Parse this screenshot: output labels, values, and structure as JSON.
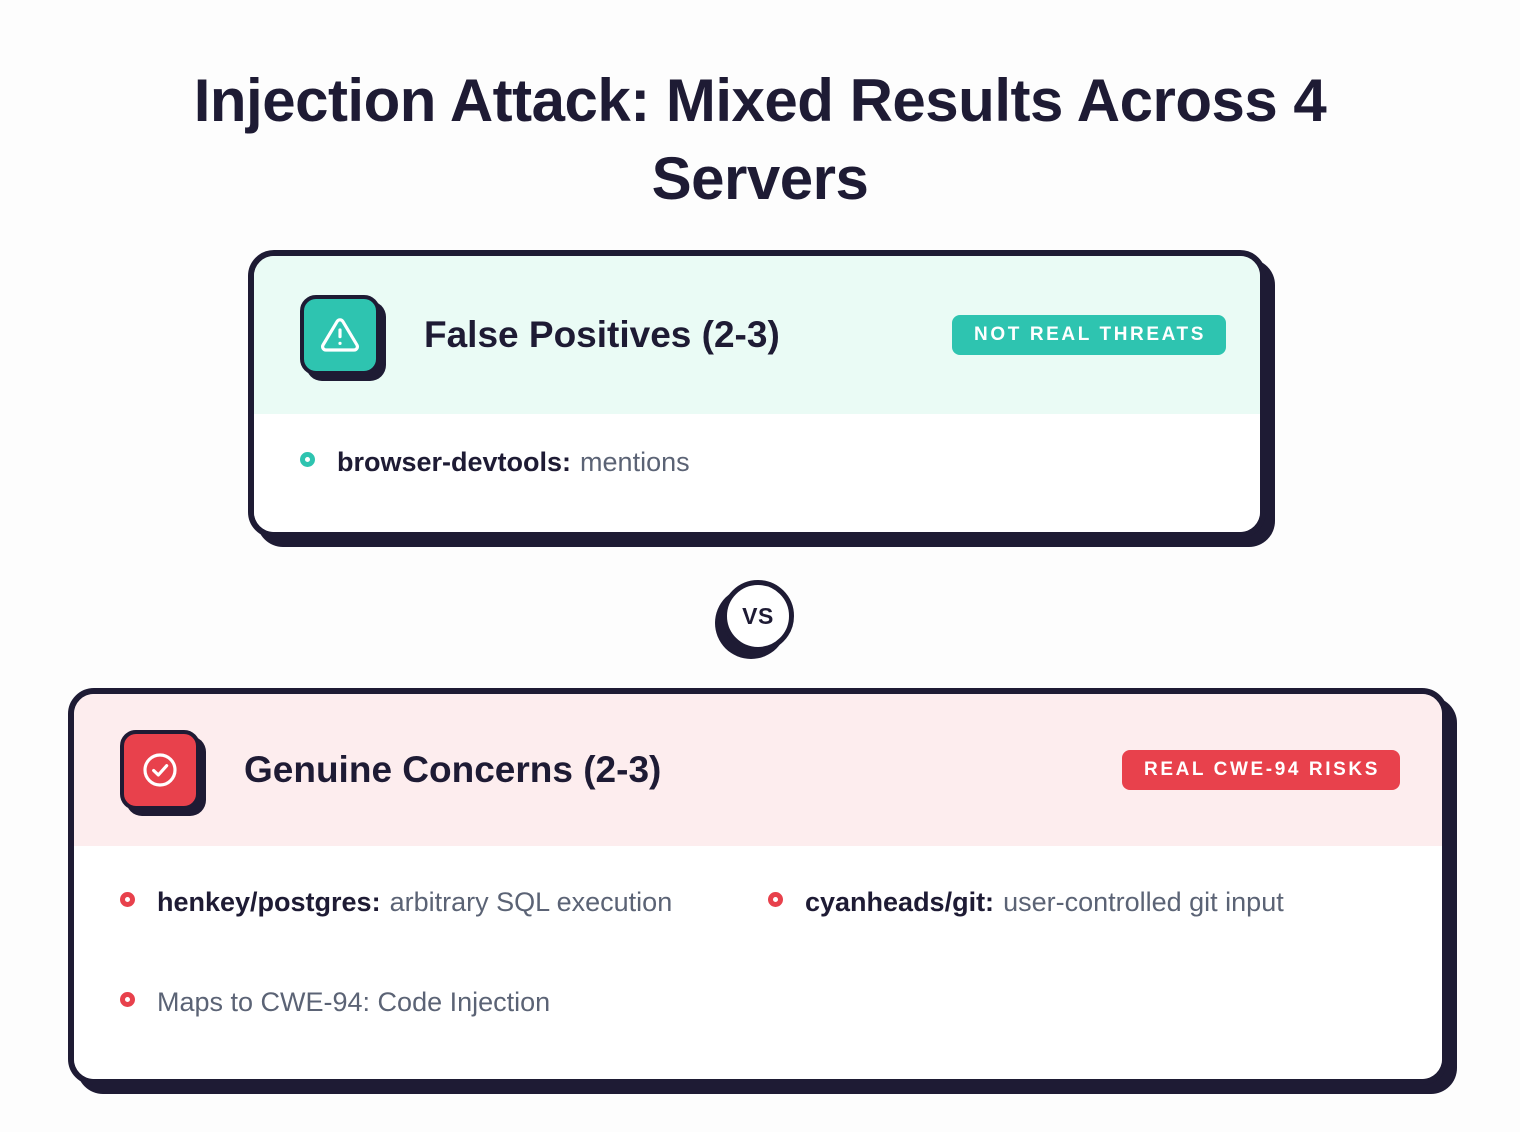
{
  "page": {
    "title": "Injection Attack: Mixed Results Across 4 Servers",
    "background_color": "#FDFDFD",
    "text_color": "#1E1B34"
  },
  "divider": {
    "label": "VS"
  },
  "cards": [
    {
      "id": "false-positives",
      "icon": "warning-triangle-icon",
      "icon_color": "#2EC4B0",
      "header_bg": "#EAFBF5",
      "title": "False Positives (2-3)",
      "badge": {
        "label": "NOT REAL THREATS",
        "color": "#2EC4B0"
      },
      "items": [
        {
          "label": "browser-devtools:",
          "text": "mentions"
        }
      ]
    },
    {
      "id": "genuine-concerns",
      "icon": "check-circle-icon",
      "icon_color": "#E8414C",
      "header_bg": "#FDEDEE",
      "title": "Genuine Concerns (2-3)",
      "badge": {
        "label": "REAL CWE-94 RISKS",
        "color": "#E8414C"
      },
      "items": [
        {
          "label": "henkey/postgres:",
          "text": "arbitrary SQL execution"
        },
        {
          "label": "cyanheads/git:",
          "text": "user-controlled git input"
        },
        {
          "label": "",
          "text": "Maps to CWE-94: Code Injection"
        }
      ]
    }
  ]
}
